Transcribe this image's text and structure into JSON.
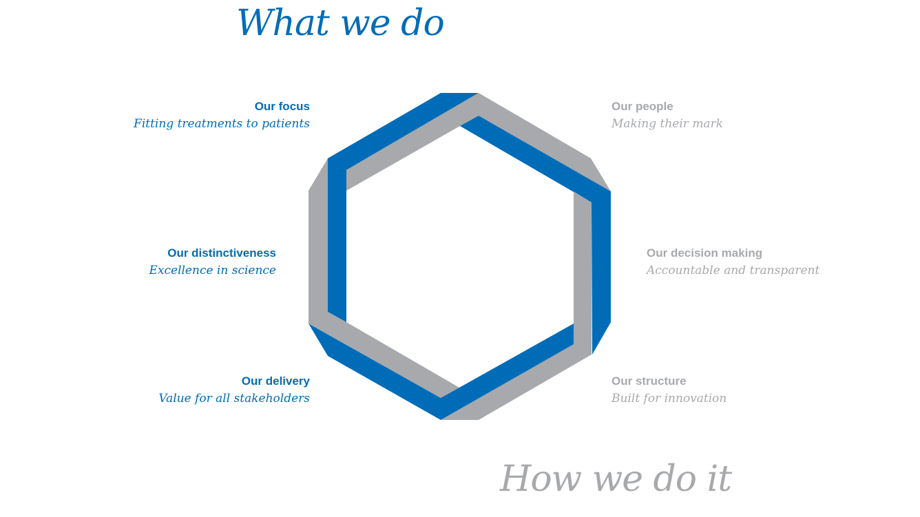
{
  "titles": {
    "top": "What we do",
    "bottom": "How we do it"
  },
  "colors": {
    "blue": "#006cb7",
    "gray": "#a7a9ac"
  },
  "labels": {
    "focus": {
      "heading": "Our focus",
      "sub": "Fitting treatments to patients"
    },
    "distinctiveness": {
      "heading": "Our distinctiveness",
      "sub": "Excellence in science"
    },
    "delivery": {
      "heading": "Our delivery",
      "sub": "Value for all stakeholders"
    },
    "people": {
      "heading": "Our people",
      "sub": "Making their mark"
    },
    "decision": {
      "heading": "Our decision making",
      "sub": "Accountable and transparent"
    },
    "structure": {
      "heading": "Our structure",
      "sub": "Built for innovation"
    }
  }
}
